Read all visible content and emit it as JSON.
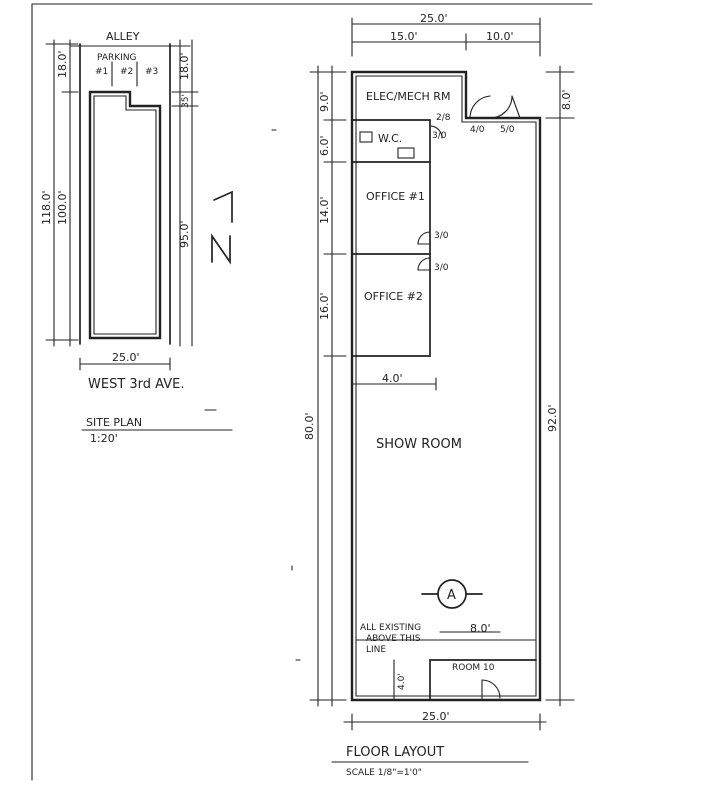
{
  "site_plan": {
    "alley": "ALLEY",
    "parking": "PARKING",
    "stalls": [
      "#1",
      "#2",
      "#3"
    ],
    "dim_top_left": "18.0'",
    "dim_top_right": "18.0'",
    "dim_total": "118.0'",
    "dim_building": "100.0'",
    "dim_right_small": "35'",
    "dim_right_long": "95.0'",
    "dim_width": "25.0'",
    "street": "WEST 3rd AVE.",
    "title": "SITE PLAN",
    "scale": "1:20'"
  },
  "floor_plan": {
    "dim_overall_width": "25.0'",
    "dim_left_segment": "15.0'",
    "dim_right_segment": "10.0'",
    "dim_elec_height": "9.0'",
    "dim_wc_height": "6.0'",
    "dim_office1_height": "14.0'",
    "dim_office2_height": "16.0'",
    "dim_showroom_height": "80.0'",
    "dim_right_top": "8.0'",
    "dim_right_total": "92.0'",
    "dim_showroom_inset": "4.0'",
    "dim_bottom_width": "25.0'",
    "dim_rear_width": "8.0'",
    "dim_rear_depth": "4.0'",
    "rooms": {
      "elec": "ELEC/MECH RM",
      "wc": "W.C.",
      "office1": "OFFICE #1",
      "office2": "OFFICE #2",
      "showroom": "SHOW ROOM",
      "rear": "ROOM 10"
    },
    "door_tags": [
      "2/8",
      "3/0",
      "4/0",
      "5/0",
      "3/0",
      "3/0"
    ],
    "section_marker": "A",
    "note": [
      "ALL EXISTING",
      "ABOVE THIS",
      "LINE"
    ],
    "title": "FLOOR LAYOUT",
    "scale": "SCALE 1/8\"=1'0\""
  }
}
